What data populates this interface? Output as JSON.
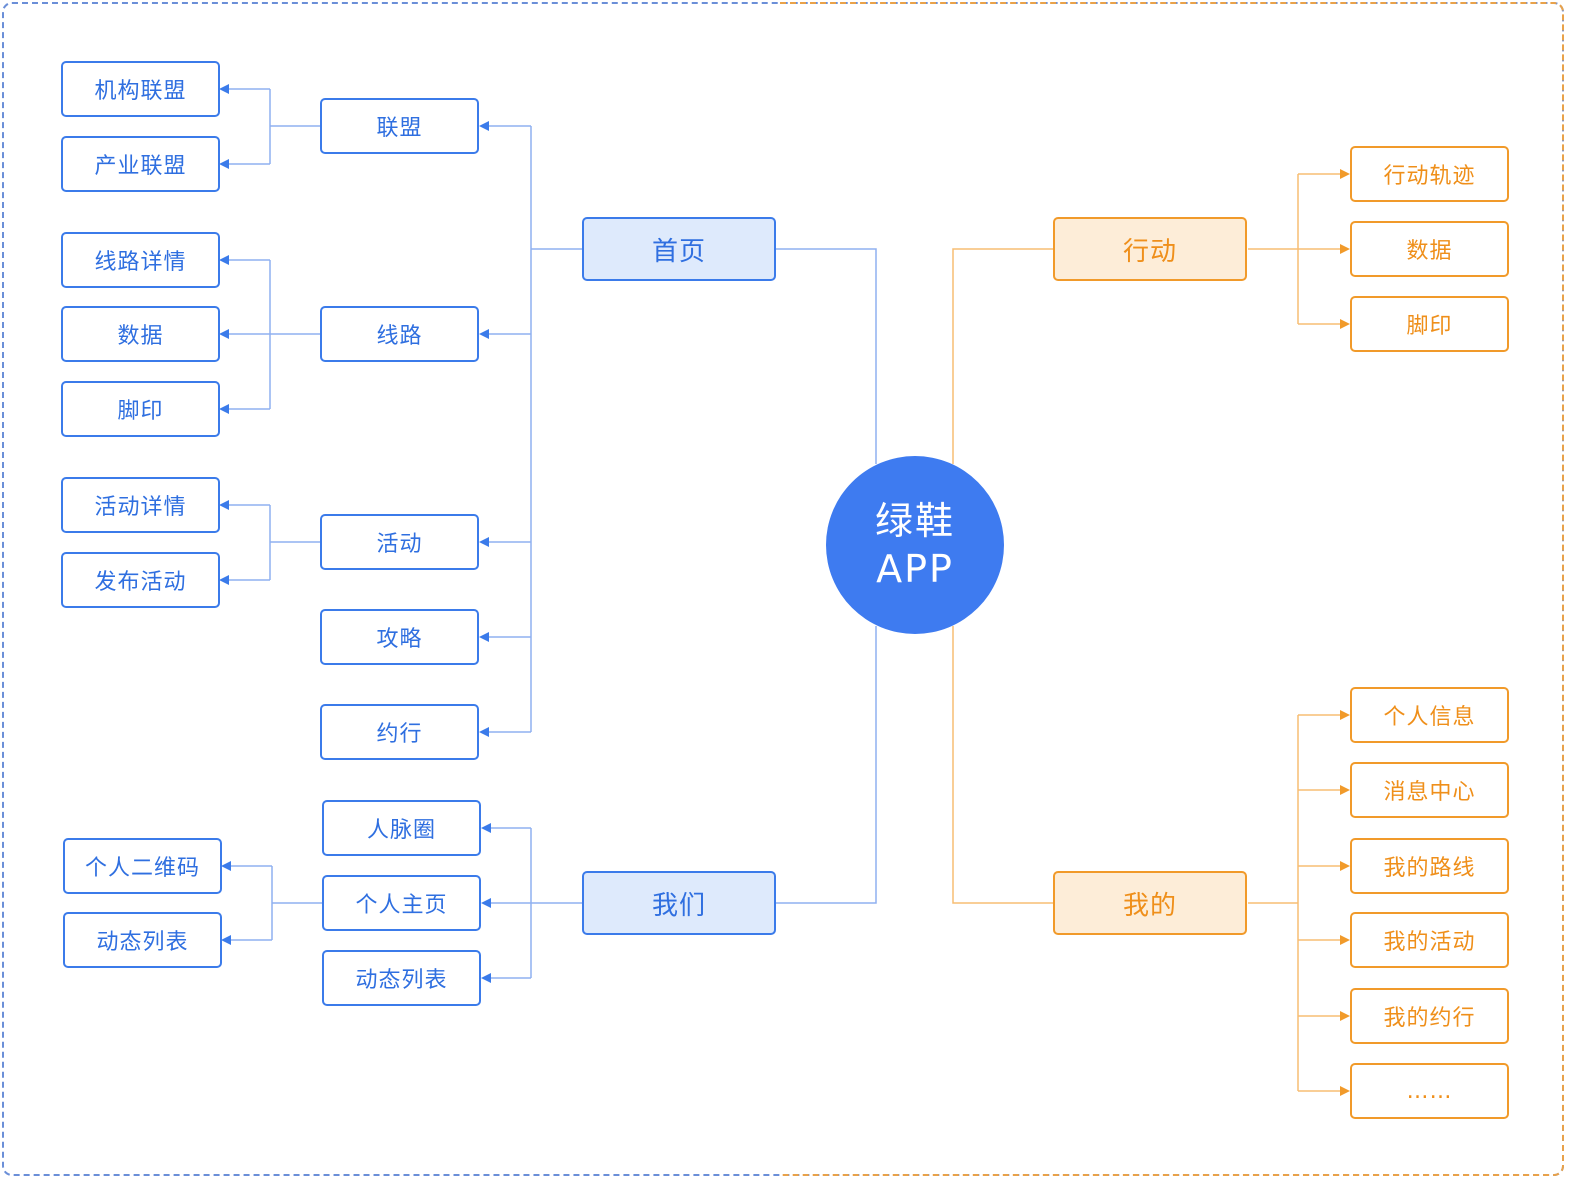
{
  "center": {
    "line1": "绿鞋",
    "line2": "APP"
  },
  "left": {
    "home": {
      "label": "首页",
      "groups": [
        {
          "label": "联盟",
          "children": [
            "机构联盟",
            "产业联盟"
          ]
        },
        {
          "label": "线路",
          "children": [
            "线路详情",
            "数据",
            "脚印"
          ]
        },
        {
          "label": "活动",
          "children": [
            "活动详情",
            "发布活动"
          ]
        },
        {
          "label": "攻略",
          "children": []
        },
        {
          "label": "约行",
          "children": []
        }
      ]
    },
    "us": {
      "label": "我们",
      "groups": [
        {
          "label": "人脉圈",
          "children": []
        },
        {
          "label": "个人主页",
          "children": [
            "个人二维码",
            "动态列表"
          ]
        },
        {
          "label": "动态列表",
          "children": []
        }
      ]
    }
  },
  "right": {
    "action": {
      "label": "行动",
      "children": [
        "行动轨迹",
        "数据",
        "脚印"
      ]
    },
    "mine": {
      "label": "我的",
      "children": [
        "个人信息",
        "消息中心",
        "我的路线",
        "我的活动",
        "我的约行",
        "……"
      ]
    }
  },
  "colors": {
    "blue": "#3b7bea",
    "orange": "#f19a2a",
    "center": "#3e7bf0"
  }
}
